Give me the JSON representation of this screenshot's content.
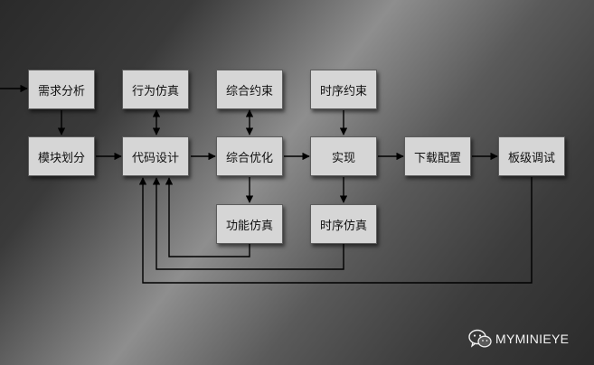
{
  "nodes": {
    "requirement_analysis": "需求分析",
    "behavior_simulation": "行为仿真",
    "synthesis_constraints": "综合约束",
    "timing_constraints": "时序约束",
    "module_partition": "模块划分",
    "code_design": "代码设计",
    "synthesis_optimization": "综合优化",
    "implementation": "实现",
    "download_config": "下载配置",
    "board_debug": "板级调试",
    "function_simulation": "功能仿真",
    "timing_simulation": "时序仿真"
  },
  "watermark": {
    "text": "MYMINIEYE",
    "icon": "wechat-icon"
  },
  "colors": {
    "box_fill": "#d6d6d6",
    "line": "#000000"
  }
}
